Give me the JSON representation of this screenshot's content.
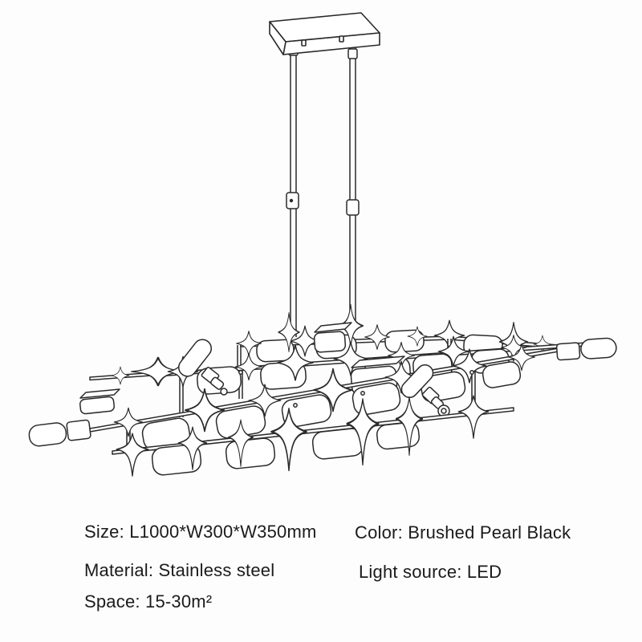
{
  "specs": {
    "size": "Size: L1000*W300*W350mm",
    "color": "Color: Brushed Pearl Black",
    "material": "Material: Stainless steel",
    "light_source": "Light source: LED",
    "space": "Space: 15-30m²"
  },
  "colors": {
    "background": "#fdfdfd",
    "line": "#2a2a2a",
    "text": "#1b1b1b"
  }
}
